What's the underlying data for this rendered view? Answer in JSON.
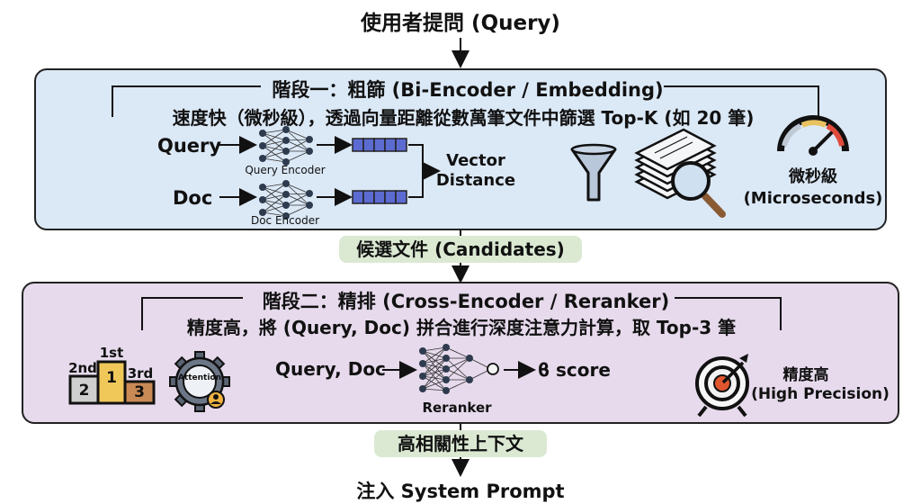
{
  "top_query": "使用者提問 (Query)",
  "stage1": {
    "title": "階段一：粗篩 (Bi-Encoder / Embedding)",
    "subtitle": "速度快（微秒級），透過向量距離從數萬筆文件中篩選 Top-K (如 20 筆)",
    "query_label": "Query",
    "doc_label": "Doc",
    "query_encoder": "Query Encoder",
    "doc_encoder": "Doc Encoder",
    "vector_distance_1": "Vector",
    "vector_distance_2": "Distance",
    "speed_label_1": "微秒級",
    "speed_label_2": "(Microseconds)"
  },
  "candidates": "候選文件 (Candidates)",
  "stage2": {
    "title": "階段二：精排 (Cross-Encoder / Reranker)",
    "subtitle": "精度高，將 (Query, Doc) 拼合進行深度注意力計算，取 Top-3 筆",
    "rank_1st": "1st",
    "rank_2nd": "2nd",
    "rank_3rd": "3rd",
    "rank_1": "1",
    "rank_2": "2",
    "rank_3": "3",
    "attention": "Attention",
    "input_label": "Query, Doc",
    "reranker": "Reranker",
    "score": "ϐ score",
    "precision_1": "精度高",
    "precision_2": "(High Precision)"
  },
  "high_relevance": "高相關性上下文",
  "inject": "注入 System Prompt",
  "colors": {
    "stage1_bg": "#dbe8f6",
    "stage2_bg": "#e6daec",
    "pill_bg": "#dbe9d3",
    "gold": "#f0c85a",
    "silver": "#cfcfcf",
    "bronze": "#c98a55",
    "target_red": "#e0562e"
  }
}
